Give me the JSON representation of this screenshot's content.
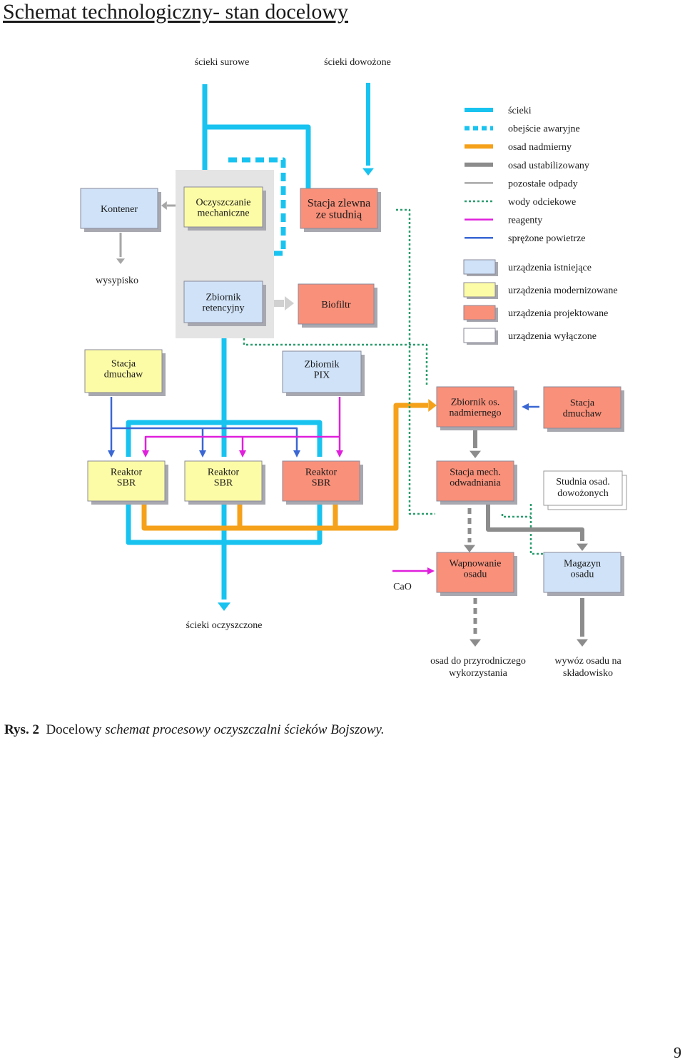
{
  "title": "Schemat technologiczny- stan docelowy",
  "colors": {
    "existing": "#cfe2f8",
    "modernized": "#fdfca6",
    "designed": "#f9907a",
    "disabled": "#ffffff",
    "wastewater": "#19c3f0",
    "surplus_sludge": "#f5a11a",
    "stabilized_sludge": "#8c8c8c",
    "leachate": "#2a9d6e",
    "reagents": "#e020dc",
    "air": "#3a67d4",
    "other_waste": "#a6a6a6"
  },
  "inputs": {
    "raw": "ścieki surowe",
    "delivered": "ścieki dowożone"
  },
  "nodes": {
    "kontener": "Kontener",
    "mech": [
      "Oczyszczanie",
      "mechaniczne"
    ],
    "zlewna": [
      "Stacja zlewna",
      "ze studnią"
    ],
    "wysypisko": "wysypisko",
    "retencyjny": [
      "Zbiornik",
      "retencyjny"
    ],
    "biofiltr": "Biofiltr",
    "dmuchaw1": [
      "Stacja",
      "dmuchaw"
    ],
    "pix": [
      "Zbiornik",
      "PIX"
    ],
    "nadmiernego": [
      "Zbiornik os.",
      "nadmiernego"
    ],
    "dmuchaw2": [
      "Stacja",
      "dmuchaw"
    ],
    "sbr1": [
      "Reaktor",
      "SBR"
    ],
    "sbr2": [
      "Reaktor",
      "SBR"
    ],
    "sbr3": [
      "Reaktor",
      "SBR"
    ],
    "odwadniania": [
      "Stacja mech.",
      "odwadniania"
    ],
    "studnia": [
      "Studnia osad.",
      "dowożonych"
    ],
    "cao": "CaO",
    "wapnowanie": [
      "Wapnowanie",
      "osadu"
    ],
    "magazyn": [
      "Magazyn",
      "osadu"
    ]
  },
  "outputs": {
    "treated": "ścieki oczyszczone",
    "natural": [
      "osad do przyrodniczego",
      "wykorzystania"
    ],
    "landfill": [
      "wywóz osadu na",
      "składowisko"
    ]
  },
  "legend": {
    "lines": [
      {
        "key": "wastewater",
        "label": "ścieki",
        "style": "solid-thick"
      },
      {
        "key": "wastewater",
        "label": "obejście awaryjne",
        "style": "dashed-thick"
      },
      {
        "key": "surplus_sludge",
        "label": "osad nadmierny",
        "style": "solid-thick"
      },
      {
        "key": "stabilized_sludge",
        "label": "osad ustabilizowany",
        "style": "solid-thick"
      },
      {
        "key": "other_waste",
        "label": "pozostałe odpady",
        "style": "solid-thin"
      },
      {
        "key": "leachate",
        "label": "wody odciekowe",
        "style": "dotted"
      },
      {
        "key": "reagents",
        "label": "reagenty",
        "style": "solid-thin"
      },
      {
        "key": "air",
        "label": "sprężone powietrze",
        "style": "solid-thin"
      }
    ],
    "boxes": [
      {
        "key": "existing",
        "label": "urządzenia istniejące"
      },
      {
        "key": "modernized",
        "label": "urządzenia modernizowane"
      },
      {
        "key": "designed",
        "label": "urządzenia projektowane"
      },
      {
        "key": "disabled",
        "label": "urządzenia wyłączone"
      }
    ]
  },
  "caption": {
    "label": "Rys. 2",
    "normal": "Docelowy",
    "italic": "schemat procesowy oczyszczalni ścieków Bojszowy."
  },
  "page_number": "9"
}
